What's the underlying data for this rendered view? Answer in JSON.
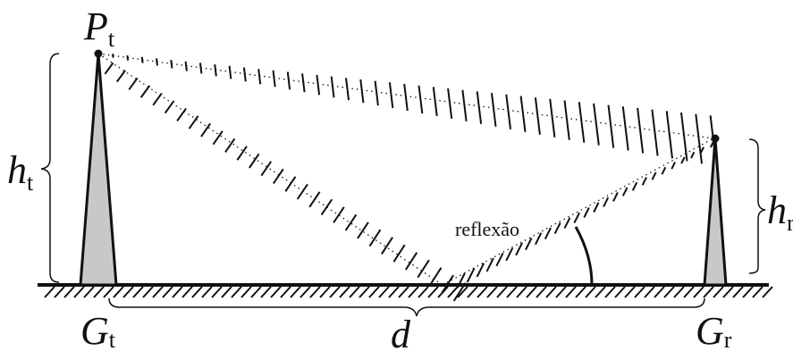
{
  "labels": {
    "pt_main": "P",
    "pt_sub": "t",
    "ht_main": "h",
    "ht_sub": "t",
    "hr_main": "h",
    "hr_sub": "r",
    "gt_main": "G",
    "gt_sub": "t",
    "gr_main": "G",
    "gr_sub": "r",
    "d": "d",
    "reflection": "reflexão"
  },
  "colors": {
    "ink": "#111111",
    "antenna_fill": "#c8c8c8"
  }
}
